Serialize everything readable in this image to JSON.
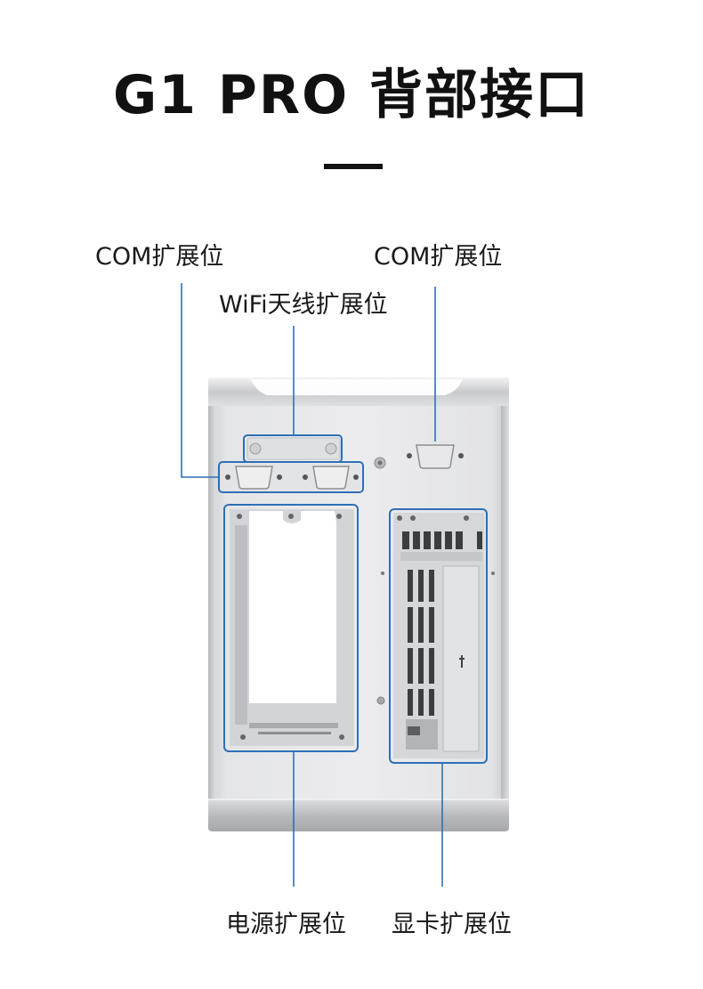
{
  "header": {
    "title": "G1 PRO 背部接口"
  },
  "callouts": {
    "com_left": "COM扩展位",
    "com_right": "COM扩展位",
    "wifi": "WiFi天线扩展位",
    "power": "电源扩展位",
    "gpu": "显卡扩展位"
  },
  "colors": {
    "callout_line": "#2f6fb5",
    "title_text": "#111111",
    "chassis": "#d9dadc"
  }
}
